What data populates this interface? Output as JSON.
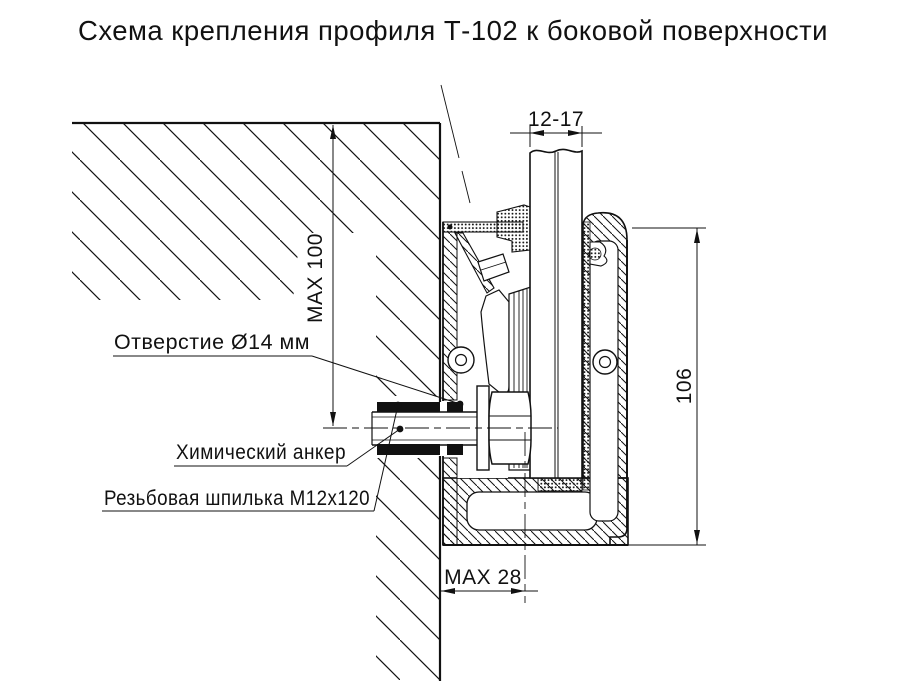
{
  "drawing": {
    "title": "Схема крепления профиля Т-102 к боковой поверхности",
    "dimensions": {
      "glass_thickness": "12-17",
      "hole_depth": "MAX 100",
      "profile_height": "106",
      "wall_offset": "MAX 28"
    },
    "labels": {
      "hole": "Отверстие  Ø14 мм",
      "chemical_anchor": "Химический анкер",
      "threaded_stud": "Резьбовая шпилька М12х120"
    },
    "colors": {
      "line": "#111111",
      "background": "#ffffff"
    }
  }
}
